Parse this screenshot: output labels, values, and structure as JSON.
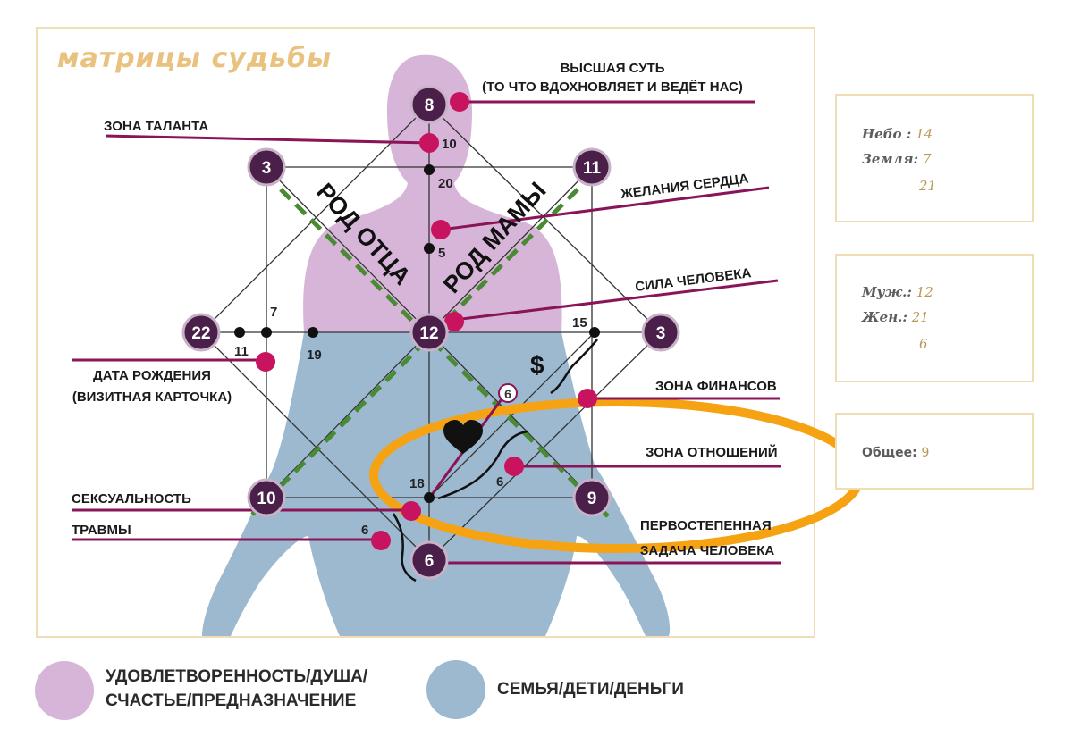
{
  "title": "матрицы судьбы",
  "colors": {
    "soul": "#d7b5d9",
    "family": "#9cb9d0",
    "accent": "#c8145f",
    "node": "#4a1f4a",
    "diagonal": "#4a8a32",
    "highlight": "#f5a312",
    "frame": "#f0ddb6"
  },
  "nodes": {
    "top": "8",
    "top_left": "3",
    "top_right": "11",
    "left": "22",
    "center": "12",
    "right": "3",
    "bottom_left": "10",
    "bottom_right": "9",
    "bottom": "6"
  },
  "numbers": {
    "n10": "10",
    "n20": "20",
    "n5": "5",
    "n7": "7",
    "n11": "11",
    "n19": "19",
    "n15": "15",
    "n6a": "6",
    "n18": "18",
    "n6b": "6",
    "n6c": "6"
  },
  "symbols": {
    "dollar": "$"
  },
  "diagonal_labels": {
    "father": "РОД ОТЦА",
    "mother": "РОД МАМЫ"
  },
  "labels": {
    "highest_essence_1": "ВЫСШАЯ СУТЬ",
    "highest_essence_2": "(ТО ЧТО ВДОХНОВЛЯЕТ И ВЕДЁТ НАС)",
    "talent_zone": "ЗОНА ТАЛАНТА",
    "heart_desires": "ЖЕЛАНИЯ СЕРДЦА",
    "person_strength": "СИЛА ЧЕЛОВЕКА",
    "birth_date_1": "ДАТА РОЖДЕНИЯ",
    "birth_date_2": "(ВИЗИТНАЯ КАРТОЧКА)",
    "finance_zone": "ЗОНА ФИНАНСОВ",
    "relations_zone": "ЗОНА ОТНОШЕНИЙ",
    "sexuality": "СЕКСУАЛЬНОСТЬ",
    "traumas": "ТРАВМЫ",
    "primary_1": "ПЕРВОСТЕПЕННАЯ",
    "primary_2": "ЗАДАЧА ЧЕЛОВЕКА"
  },
  "info_boxes": {
    "sky_earth": {
      "sky_label": "Небо :",
      "sky_value": "14",
      "earth_label": "Земля:",
      "earth_value": "7",
      "sum": "21"
    },
    "male_female": {
      "male_label": "Муж.:",
      "male_value": "12",
      "female_label": "Жен.:",
      "female_value": "21",
      "sum": "6"
    },
    "general": {
      "label": "Общее:",
      "value": "9"
    }
  },
  "legend": {
    "soul_1": "УДОВЛЕТВОРЕННОСТЬ/ДУША/",
    "soul_2": "СЧАСТЬЕ/ПРЕДНАЗНАЧЕНИЕ",
    "family": "СЕМЬЯ/ДЕТИ/ДЕНЬГИ"
  }
}
